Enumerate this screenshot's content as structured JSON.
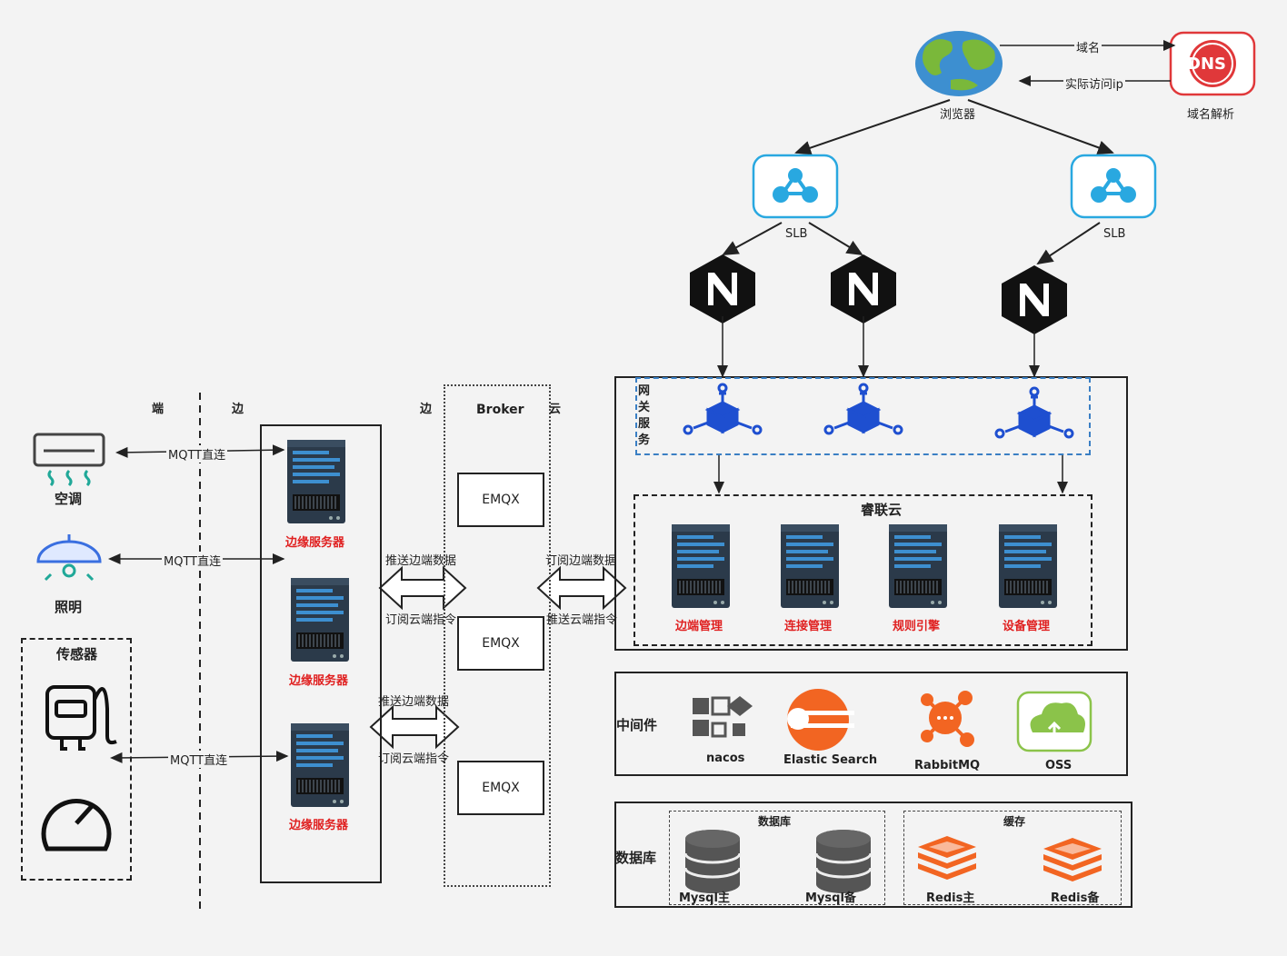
{
  "labels": {
    "col_duan": "端",
    "col_bian1": "边",
    "col_bian2": "边",
    "col_yun": "云",
    "broker": "Broker",
    "ac": "空调",
    "light": "照明",
    "sensor": "传感器",
    "mqtt1": "MQTT直连",
    "mqtt2": "MQTT直连",
    "mqtt3": "MQTT直连",
    "edge_server1": "边缘服务器",
    "edge_server2": "边缘服务器",
    "edge_server3": "边缘服务器",
    "emqx1": "EMQX",
    "emqx2": "EMQX",
    "emqx3": "EMQX",
    "push_edge1": "推送边端数据",
    "sub_cloud1": "订阅云端指令",
    "push_edge2": "推送边端数据",
    "sub_cloud2": "订阅云端指令",
    "sub_edge": "订阅边端数据",
    "push_cloud": "推送云端指令",
    "browser": "浏览器",
    "dns": "域名解析",
    "domain": "域名",
    "real_ip": "实际访问ip",
    "slb1": "SLB",
    "slb2": "SLB",
    "gateway": "网关服务",
    "cloud_title": "睿联云",
    "svc_edge": "边端管理",
    "svc_conn": "连接管理",
    "svc_rule": "规则引擎",
    "svc_device": "设备管理",
    "middleware": "中间件",
    "nacos": "nacos",
    "es": "Elastic Search",
    "rabbit": "RabbitMQ",
    "oss": "OSS",
    "database": "数据库",
    "db_group": "数据库",
    "cache_group": "缓存",
    "mysql_master": "Mysql主",
    "mysql_slave": "Mysql备",
    "redis_master": "Redis主",
    "redis_slave": "Redis备",
    "dns_logo": "DNS"
  },
  "colors": {
    "server_dark": "#2b3a4a",
    "server_stripe": "#3d8fd0",
    "red_label": "#e02020",
    "slb_blue": "#29a8e0",
    "gateway_blue": "#1e4fd0",
    "es_orange": "#f26522",
    "rabbit_orange": "#f26522",
    "redis_orange": "#f26522",
    "oss_green": "#8bc34a",
    "dns_red": "#e0383a"
  },
  "icons": {
    "ac": "air-conditioner-icon",
    "light": "ceiling-lamp-icon",
    "sensor": "socket-sensor-icon",
    "gauge": "gauge-icon",
    "server": "server-rack-icon",
    "browser": "globe-icon",
    "dns": "dns-icon",
    "slb": "load-balancer-icon",
    "nginx": "nginx-icon",
    "gateway": "gateway-cube-icon",
    "nacos": "nacos-icon",
    "es": "elasticsearch-icon",
    "rabbit": "rabbitmq-icon",
    "oss": "oss-cloud-icon",
    "mysql": "database-cylinder-icon",
    "redis": "redis-icon"
  }
}
